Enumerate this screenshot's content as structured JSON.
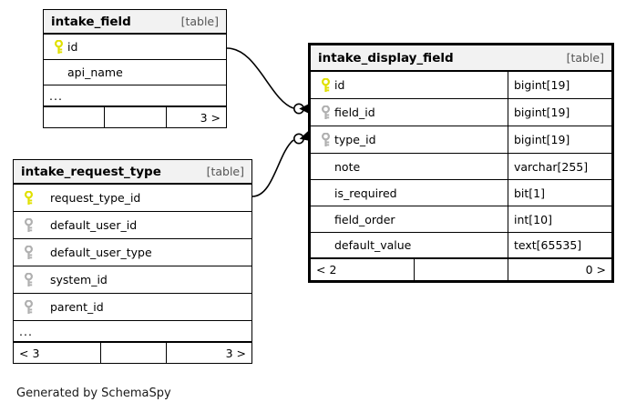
{
  "diagram": {
    "generator_credit": "Generated by SchemaSpy",
    "table_kind_label": "[table]",
    "ellipsis": "...",
    "colors": {
      "primary_key": "#e8e800",
      "foreign_key": "#b0b0b0",
      "header_background": "#f2f2f2",
      "border": "#000000",
      "canvas": "#ffffff"
    }
  },
  "tables": {
    "intake_field": {
      "name": "intake_field",
      "kind": "[table]",
      "columns": [
        {
          "name": "id",
          "key": "primary",
          "type": ""
        },
        {
          "name": "api_name",
          "key": "none",
          "type": ""
        },
        {
          "name": "...",
          "key": "none",
          "type": ""
        }
      ],
      "footer": {
        "left": "",
        "middle": "",
        "right": "3 >"
      }
    },
    "intake_request_type": {
      "name": "intake_request_type",
      "kind": "[table]",
      "columns": [
        {
          "name": "request_type_id",
          "key": "primary",
          "type": ""
        },
        {
          "name": "default_user_id",
          "key": "foreign",
          "type": ""
        },
        {
          "name": "default_user_type",
          "key": "foreign",
          "type": ""
        },
        {
          "name": "system_id",
          "key": "foreign",
          "type": ""
        },
        {
          "name": "parent_id",
          "key": "foreign",
          "type": ""
        },
        {
          "name": "...",
          "key": "none",
          "type": ""
        }
      ],
      "footer": {
        "left": "< 3",
        "middle": "",
        "right": "3 >"
      }
    },
    "intake_display_field": {
      "name": "intake_display_field",
      "kind": "[table]",
      "columns": [
        {
          "name": "id",
          "key": "primary",
          "type": "bigint[19]"
        },
        {
          "name": "field_id",
          "key": "foreign",
          "type": "bigint[19]"
        },
        {
          "name": "type_id",
          "key": "foreign",
          "type": "bigint[19]"
        },
        {
          "name": "note",
          "key": "none",
          "type": "varchar[255]"
        },
        {
          "name": "is_required",
          "key": "none",
          "type": "bit[1]"
        },
        {
          "name": "field_order",
          "key": "none",
          "type": "int[10]"
        },
        {
          "name": "default_value",
          "key": "none",
          "type": "text[65535]"
        }
      ],
      "footer": {
        "left": "< 2",
        "middle": "",
        "right": "0 >"
      }
    }
  },
  "relationships": [
    {
      "from_table": "intake_field",
      "from_column": "id",
      "to_table": "intake_display_field",
      "to_column": "field_id"
    },
    {
      "from_table": "intake_request_type",
      "from_column": "request_type_id",
      "to_table": "intake_display_field",
      "to_column": "type_id"
    }
  ]
}
